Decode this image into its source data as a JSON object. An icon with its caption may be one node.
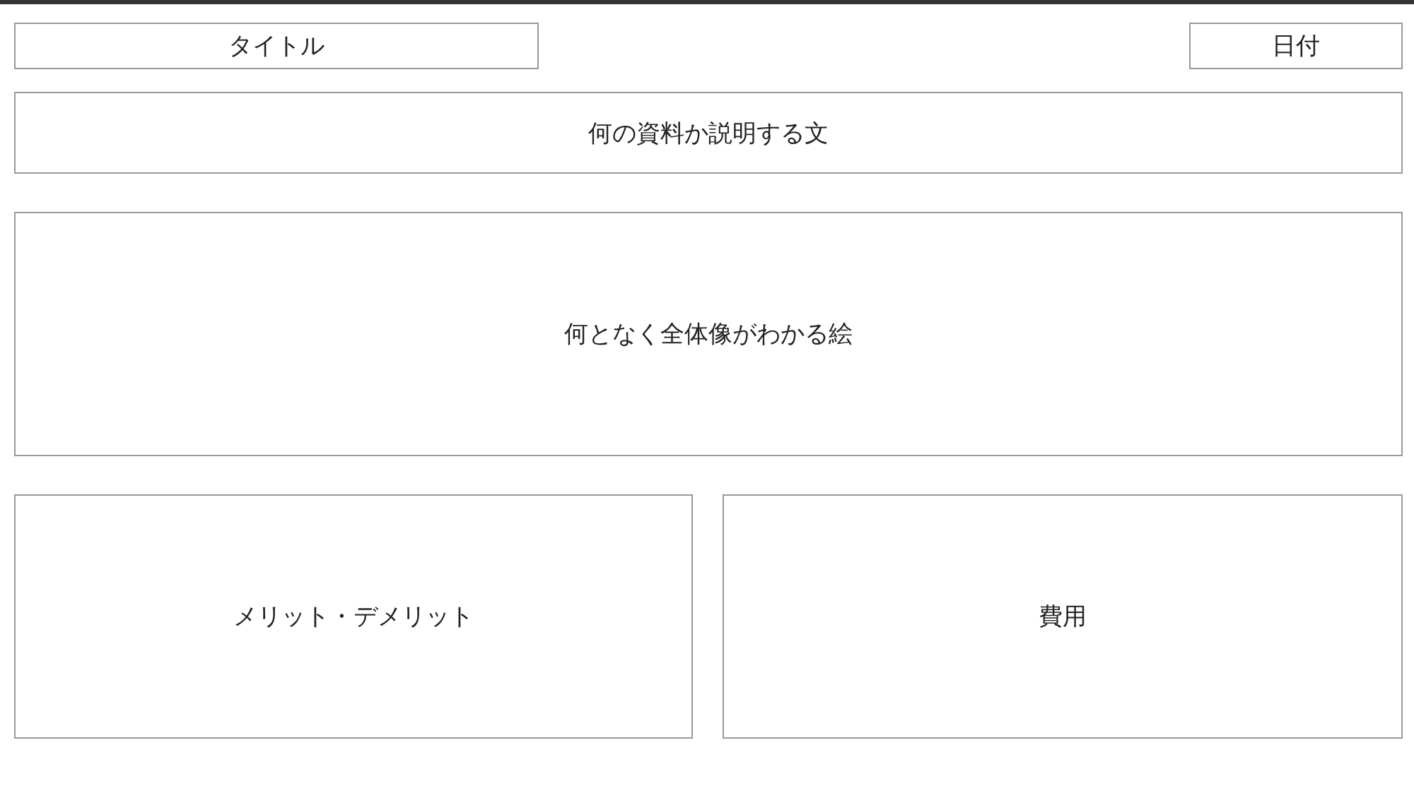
{
  "diagram": {
    "nodes": [
      {
        "text": [
          "タイトル"
        ]
      },
      {
        "text": [
          "日付"
        ]
      },
      {
        "text": [
          "何の資料か説明する文"
        ]
      },
      {
        "text": [
          "何となく全体像がわかる絵"
        ]
      },
      {
        "text": [
          "メリット・デメリット"
        ]
      },
      {
        "text": [
          "費用"
        ]
      }
    ]
  }
}
